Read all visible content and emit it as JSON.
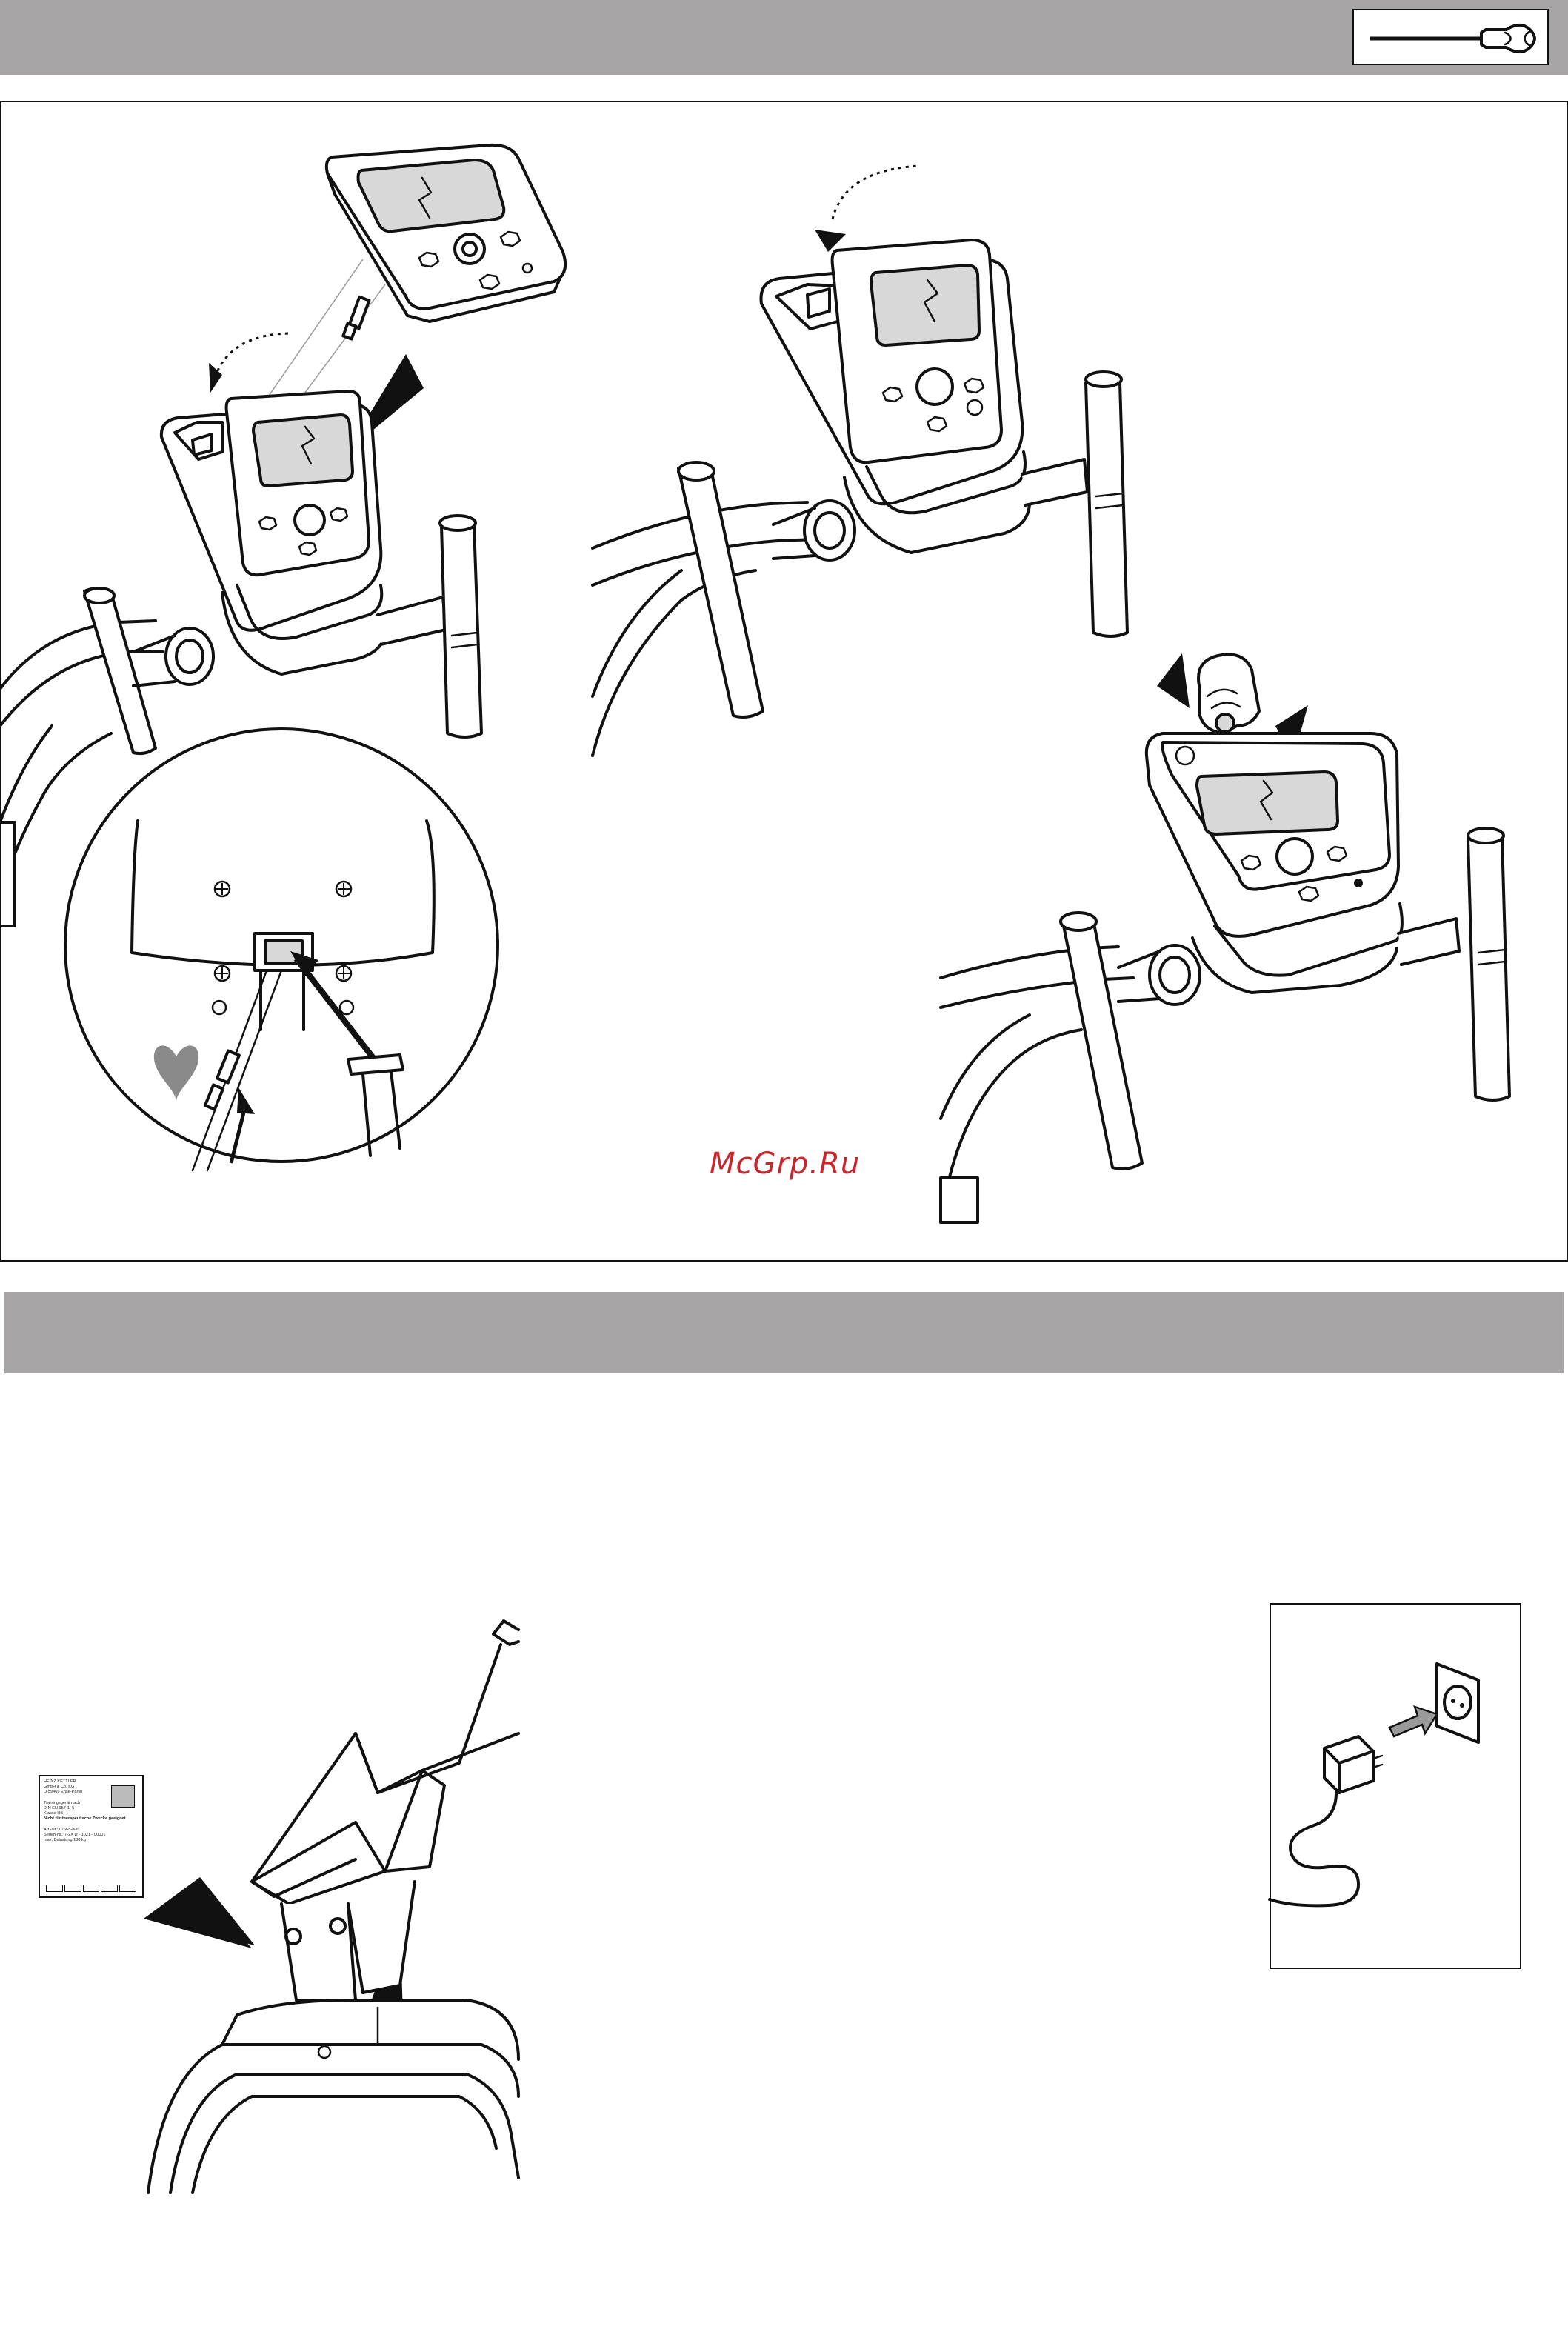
{
  "header": {
    "tool_icon": "screwdriver-icon"
  },
  "watermark": {
    "text": "McGrp.Ru"
  },
  "illustrations": {
    "console_icons": [
      "heart-icon",
      "arrow-icon",
      "pointer-arrow-icon",
      "hand-icon",
      "wall-socket-icon",
      "power-adapter-icon"
    ]
  },
  "type_label": {
    "lines": [
      "HEINZ KETTLER",
      "GmbH & Co. KG",
      "D-59469 Ense-Parsit",
      "",
      "Trainingsgerät nach",
      "DIN EN 957-1,-5",
      "Klasse HB",
      "Nicht für therapeutische Zwecke geeignet",
      "",
      "Art.-Nr.: 07665-800",
      "Serien-Nr.: T-2X  D - 1021 - 00001",
      "max. Belastung 130 kg"
    ]
  },
  "colors": {
    "header_bar": "#a7a5a6",
    "watermark": "#c8252c",
    "ink": "#111111"
  }
}
